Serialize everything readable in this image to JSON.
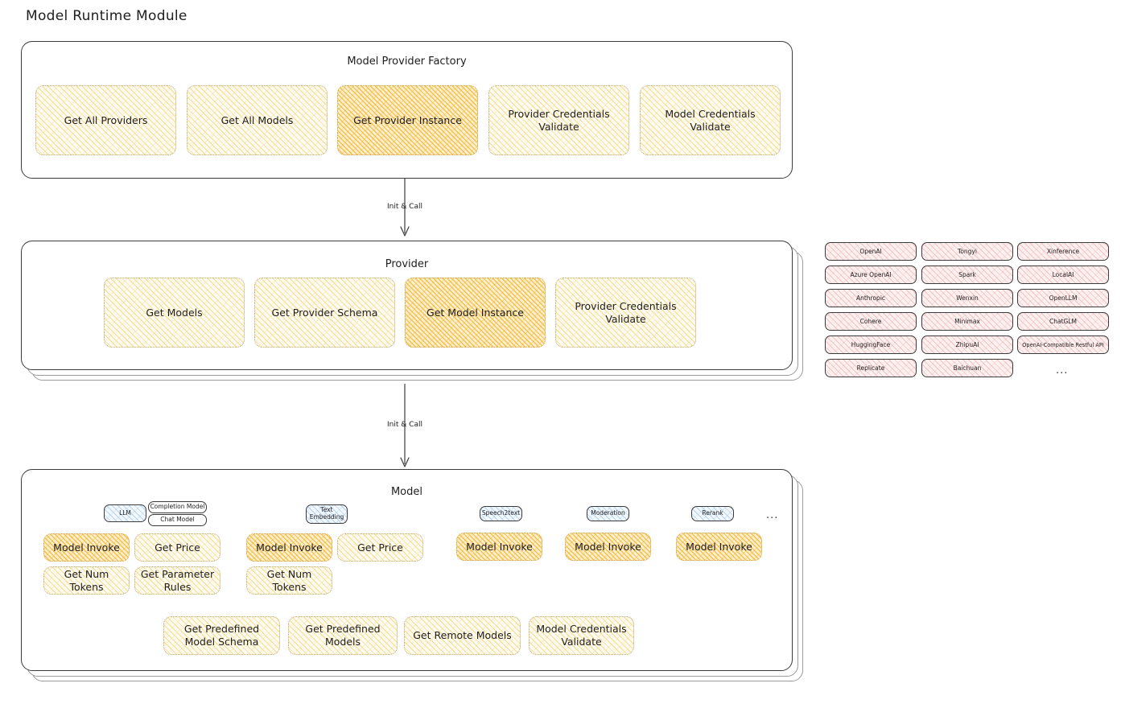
{
  "title": "Model Runtime Module",
  "sections": {
    "factory": {
      "title": "Model Provider Factory",
      "cards": [
        {
          "label": "Get All Providers",
          "highlight": false
        },
        {
          "label": "Get All Models",
          "highlight": false
        },
        {
          "label": "Get Provider Instance",
          "highlight": true
        },
        {
          "label": "Provider Credentials Validate",
          "highlight": false
        },
        {
          "label": "Model Credentials Validate",
          "highlight": false
        }
      ]
    },
    "provider": {
      "title": "Provider",
      "cards": [
        {
          "label": "Get Models",
          "highlight": false
        },
        {
          "label": "Get Provider Schema",
          "highlight": false
        },
        {
          "label": "Get Model Instance",
          "highlight": true
        },
        {
          "label": "Provider Credentials Validate",
          "highlight": false
        }
      ]
    },
    "model": {
      "title": "Model",
      "types": [
        {
          "name": "LLM",
          "subtypes": [
            "Completion Model",
            "Chat Model"
          ],
          "ops": [
            "Model Invoke",
            "Get Price",
            "Get Num Tokens",
            "Get Parameter Rules"
          ]
        },
        {
          "name": "Text Embedding",
          "subtypes": [],
          "ops": [
            "Model Invoke",
            "Get Price",
            "Get Num Tokens"
          ]
        },
        {
          "name": "Speech2text",
          "subtypes": [],
          "ops": [
            "Model Invoke"
          ]
        },
        {
          "name": "Moderation",
          "subtypes": [],
          "ops": [
            "Model Invoke"
          ]
        },
        {
          "name": "Rerank",
          "subtypes": [],
          "ops": [
            "Model Invoke"
          ]
        }
      ],
      "more_types": "...",
      "common_ops": [
        "Get Predefined Model Schema",
        "Get Predefined Models",
        "Get Remote Models",
        "Model Credentials Validate"
      ]
    }
  },
  "arrows": [
    {
      "label": "Init & Call"
    },
    {
      "label": "Init & Call"
    }
  ],
  "provider_list": {
    "columns": [
      [
        "OpenAI",
        "Azure OpenAI",
        "Anthropic",
        "Cohere",
        "HuggingFace",
        "Replicate"
      ],
      [
        "Tongyi",
        "Spark",
        "Wenxin",
        "Minimax",
        "ZhipuAI",
        "Baichuan"
      ],
      [
        "Xinference",
        "LocalAI",
        "OpenLLM",
        "ChatGLM",
        "OpenAI-Compatible Restful API"
      ]
    ],
    "more": "..."
  },
  "colors": {
    "stroke": "#3b3b3b",
    "card_yellow": "#fefbf0",
    "card_amber": "#fdefcf",
    "chip_pink": "#fdf0f0",
    "chip_blue": "#f2f8fd",
    "background": "#ffffff"
  }
}
